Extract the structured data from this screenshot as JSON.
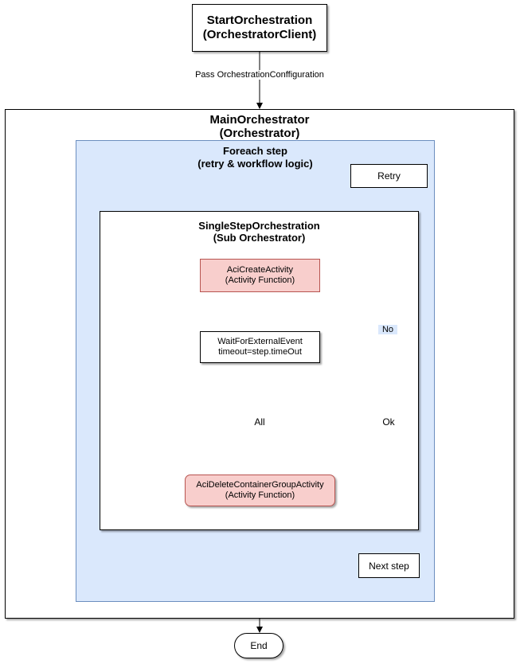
{
  "start": {
    "line1": "StartOrchestration",
    "line2": "(OrchestratorClient)"
  },
  "edge_label": "Pass OrchestrationConffiguration",
  "main": {
    "line1": "MainOrchestrator",
    "line2": "(Orchestrator)"
  },
  "foreach": {
    "line1": "Foreach step",
    "line2": "(retry & workflow logic)"
  },
  "retry": "Retry",
  "single": {
    "line1": "SingleStepOrchestration",
    "line2": "(Sub Orchestrator)"
  },
  "create_activity": {
    "line1": "AciCreateActivity",
    "line2": "(Activity Function)"
  },
  "wait_event": {
    "line1": "WaitForExternalEvent",
    "line2": "timeout=step.timeOut"
  },
  "decision_all": "All",
  "decision_ok": "Ok",
  "delete_activity": {
    "line1": "AciDeleteContainerGroupActivity",
    "line2": "(Activity Function)"
  },
  "no_label": "No",
  "next_step": "Next step",
  "end": "End",
  "colors": {
    "foreach_fill": "#dae8fc",
    "foreach_stroke": "#6c8ebf",
    "activity_fill": "#f8cecc",
    "activity_stroke": "#b85450"
  }
}
